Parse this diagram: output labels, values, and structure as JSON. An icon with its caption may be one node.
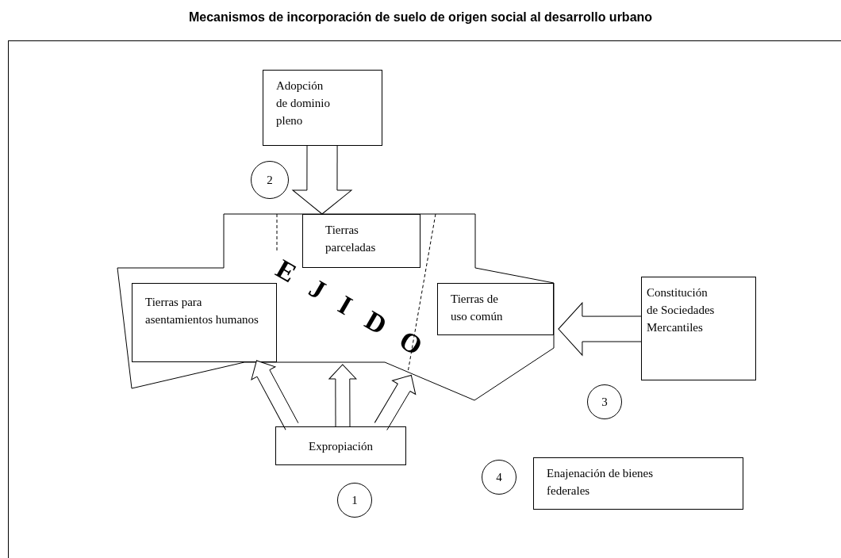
{
  "diagram": {
    "title": "Mecanismos de incorporación de suelo de origen social al desarrollo urbano",
    "nodes": [
      {
        "text": [
          "Adopción de dominio pleno"
        ]
      },
      {
        "text": [
          "2"
        ]
      },
      {
        "text": [
          "EJIDO"
        ]
      },
      {
        "text": [
          "Tierras parceladas"
        ],
        "in": 2
      },
      {
        "text": [
          "Tierras para asentamientos humanos"
        ],
        "in": 2
      },
      {
        "text": [
          "Tierras de uso común"
        ],
        "in": 2
      },
      {
        "text": [
          "Constitución de Sociedades Mercantiles"
        ]
      },
      {
        "text": [
          "3"
        ]
      },
      {
        "text": [
          "Expropiación"
        ]
      },
      {
        "text": [
          "4"
        ]
      },
      {
        "text": [
          "Enajenación de bienes federales"
        ]
      },
      {
        "text": [
          "1"
        ]
      }
    ],
    "edges": [
      {
        "from": 0,
        "to": 2,
        "arrow": "to"
      },
      {
        "from": 6,
        "to": 5,
        "arrow": "to"
      },
      {
        "from": 8,
        "to": 4,
        "arrow": "to"
      },
      {
        "from": 8,
        "to": 2,
        "arrow": "to"
      },
      {
        "from": 8,
        "to": 2,
        "arrow": "to"
      }
    ]
  }
}
